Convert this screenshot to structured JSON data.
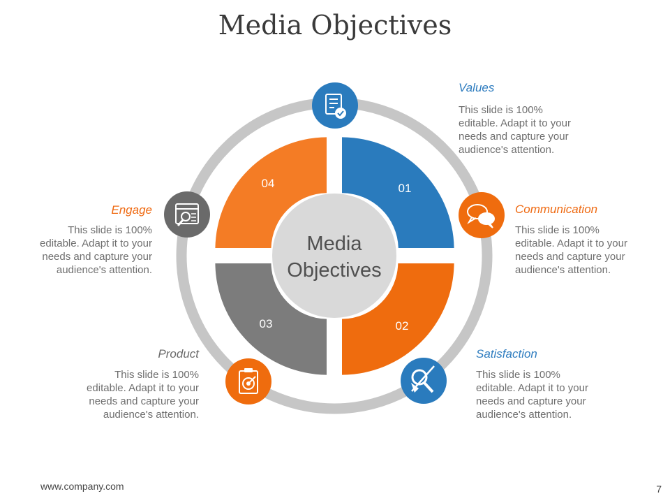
{
  "title": "Media Objectives",
  "center": {
    "line1": "Media",
    "line2": "Objectives"
  },
  "segments": [
    {
      "number": "01",
      "color": "#2a7bbd"
    },
    {
      "number": "02",
      "color": "#ef6c0e"
    },
    {
      "number": "03",
      "color": "#7c7c7c"
    },
    {
      "number": "04",
      "color": "#f47c25"
    }
  ],
  "items": {
    "values": {
      "label": "Values",
      "desc": "This slide is 100% editable. Adapt it to your needs and capture your audience's attention.",
      "icon": "checklist-icon"
    },
    "communication": {
      "label": "Communication",
      "desc": "This slide is 100% editable. Adapt it to your needs and capture your audience's attention.",
      "icon": "chat-bubbles-icon"
    },
    "satisfaction": {
      "label": "Satisfaction",
      "desc": "This slide is 100% editable. Adapt it to your needs and capture your audience's attention.",
      "icon": "magnifier-pen-icon"
    },
    "product": {
      "label": "Product",
      "desc": "This slide is 100% editable. Adapt it to your needs and capture your audience's attention.",
      "icon": "target-clipboard-icon"
    },
    "engage": {
      "label": "Engage",
      "desc": "This slide is 100% editable. Adapt it to your needs and capture your audience's attention.",
      "icon": "browser-search-icon"
    }
  },
  "footer": {
    "url": "www.company.com",
    "page": "7"
  },
  "colors": {
    "blue": "#2a7bbd",
    "orange": "#ef6c0e",
    "gray": "#7c7c7c",
    "ring": "#c6c6c6",
    "center": "#d9d9d9"
  }
}
